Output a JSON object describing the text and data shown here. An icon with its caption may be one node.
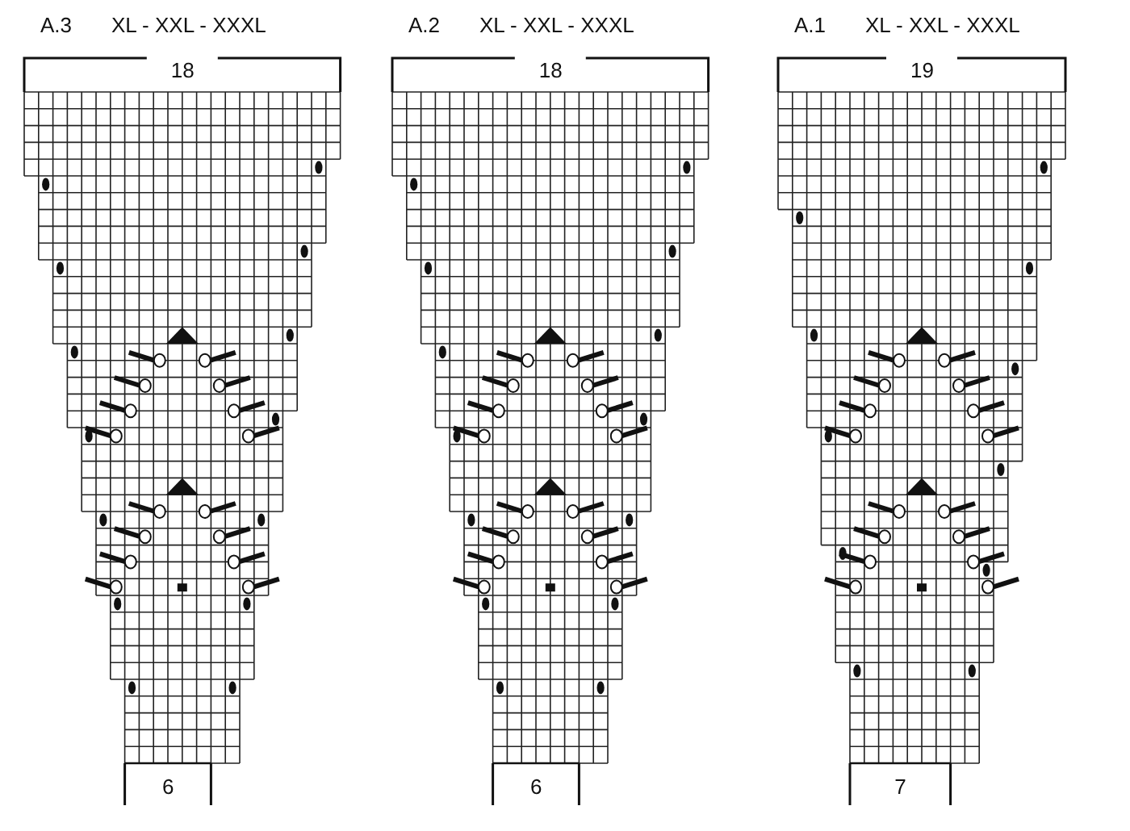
{
  "diagram": {
    "labels": [
      "A.3",
      "XL - XXL - XXXL",
      "A.2",
      "XL - XXL - XXXL",
      "A.1",
      "XL - XXL - XXXL",
      "18",
      "18",
      "19",
      "6",
      "6",
      "7"
    ]
  }
}
